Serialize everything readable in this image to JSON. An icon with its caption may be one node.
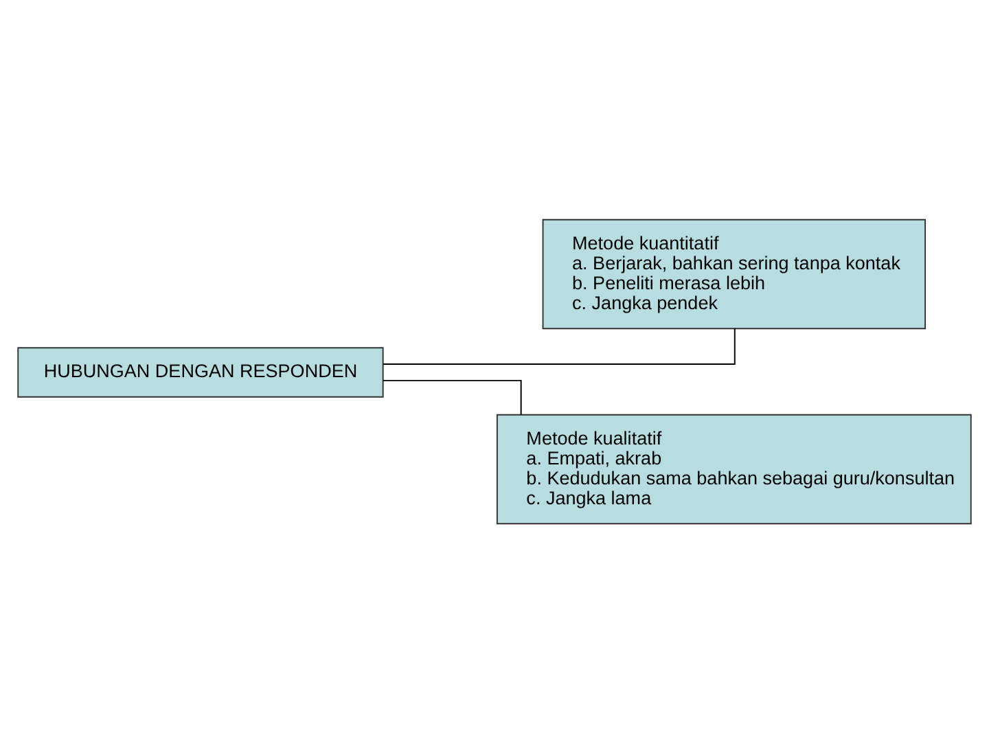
{
  "diagram": {
    "nodes": [
      {
        "text": [
          "HUBUNGAN DENGAN RESPONDEN"
        ]
      },
      {
        "text": [
          "Metode kuantitatif",
          "a. Berjarak, bahkan sering tanpa kontak",
          "b. Peneliti merasa lebih",
          "c. Jangka pendek"
        ]
      },
      {
        "text": [
          "Metode kualitatif",
          "a. Empati, akrab",
          "b. Kedudukan sama bahkan sebagai guru/konsultan",
          "c. Jangka lama"
        ]
      }
    ],
    "edges": [
      {
        "from": 0,
        "to": 1,
        "arrow": "none"
      },
      {
        "from": 0,
        "to": 2,
        "arrow": "none"
      }
    ]
  }
}
